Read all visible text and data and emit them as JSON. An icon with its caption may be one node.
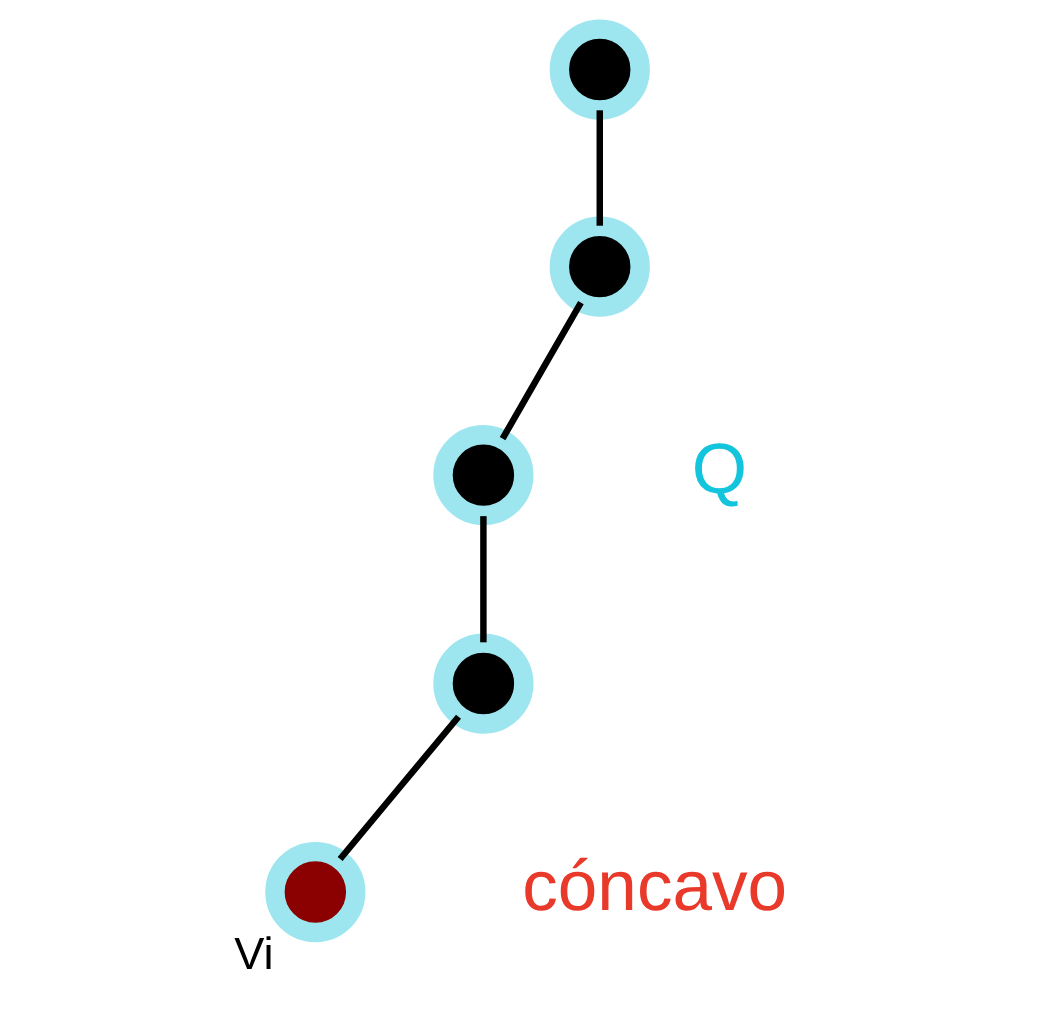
{
  "diagram": {
    "nodes": [
      {
        "text": [],
        "shape": "circle",
        "beside": [
          "Vi"
        ]
      },
      {
        "text": [],
        "shape": "circle"
      },
      {
        "text": [],
        "shape": "circle"
      },
      {
        "text": [],
        "shape": "circle"
      },
      {
        "text": [],
        "shape": "circle"
      }
    ],
    "edges": [
      {
        "from": 0,
        "to": 1,
        "arrow": "none"
      },
      {
        "from": 1,
        "to": 2,
        "arrow": "none"
      },
      {
        "from": 2,
        "to": 3,
        "arrow": "none"
      },
      {
        "from": 3,
        "to": 4,
        "arrow": "none"
      }
    ],
    "labels": [
      "Q",
      "cóncavo"
    ]
  }
}
